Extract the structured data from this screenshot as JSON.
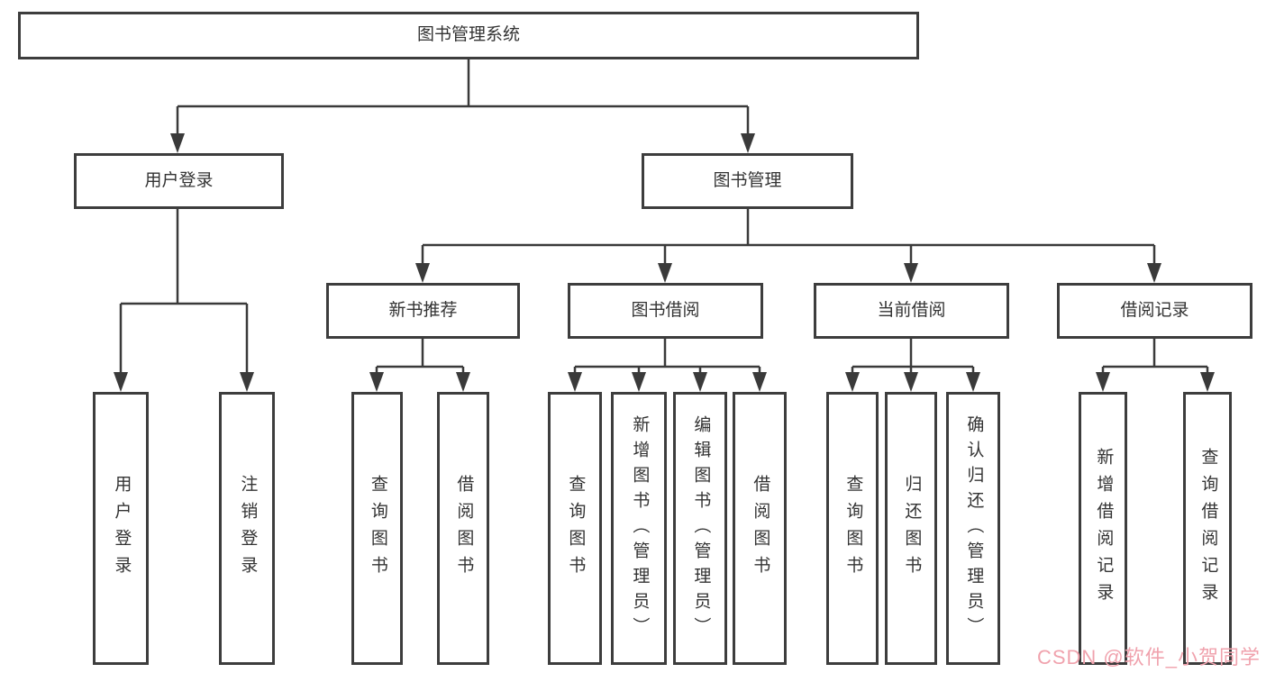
{
  "diagram": {
    "root_label": "图书管理系统",
    "level2": {
      "user_login": "用户登录",
      "book_management": "图书管理"
    },
    "level3": {
      "new_book_recommend": "新书推荐",
      "book_borrow": "图书借阅",
      "current_borrow": "当前借阅",
      "borrow_records": "借阅记录"
    },
    "leaves": {
      "user_login": "用户登录",
      "logout": "注销登录",
      "nb_query_books": "查询图书",
      "nb_borrow_books": "借阅图书",
      "bb_query_books": "查询图书",
      "bb_add_books": "新增图书（管理员）",
      "bb_edit_books": "编辑图书（管理员）",
      "bb_borrow_books": "借阅图书",
      "cb_query_books": "查询图书",
      "cb_return_books": "归还图书",
      "cb_confirm_return": "确认归还（管理员）",
      "br_add_record": "新增借阅记录",
      "br_query_record": "查询借阅记录"
    }
  },
  "watermark": {
    "text": "CSDN @软件_小贺同学"
  },
  "colors": {
    "line": "#3a3a3a",
    "box_border": "#3d3d3d",
    "text": "#333333",
    "watermark": "#f0a2ad",
    "background": "#ffffff"
  }
}
